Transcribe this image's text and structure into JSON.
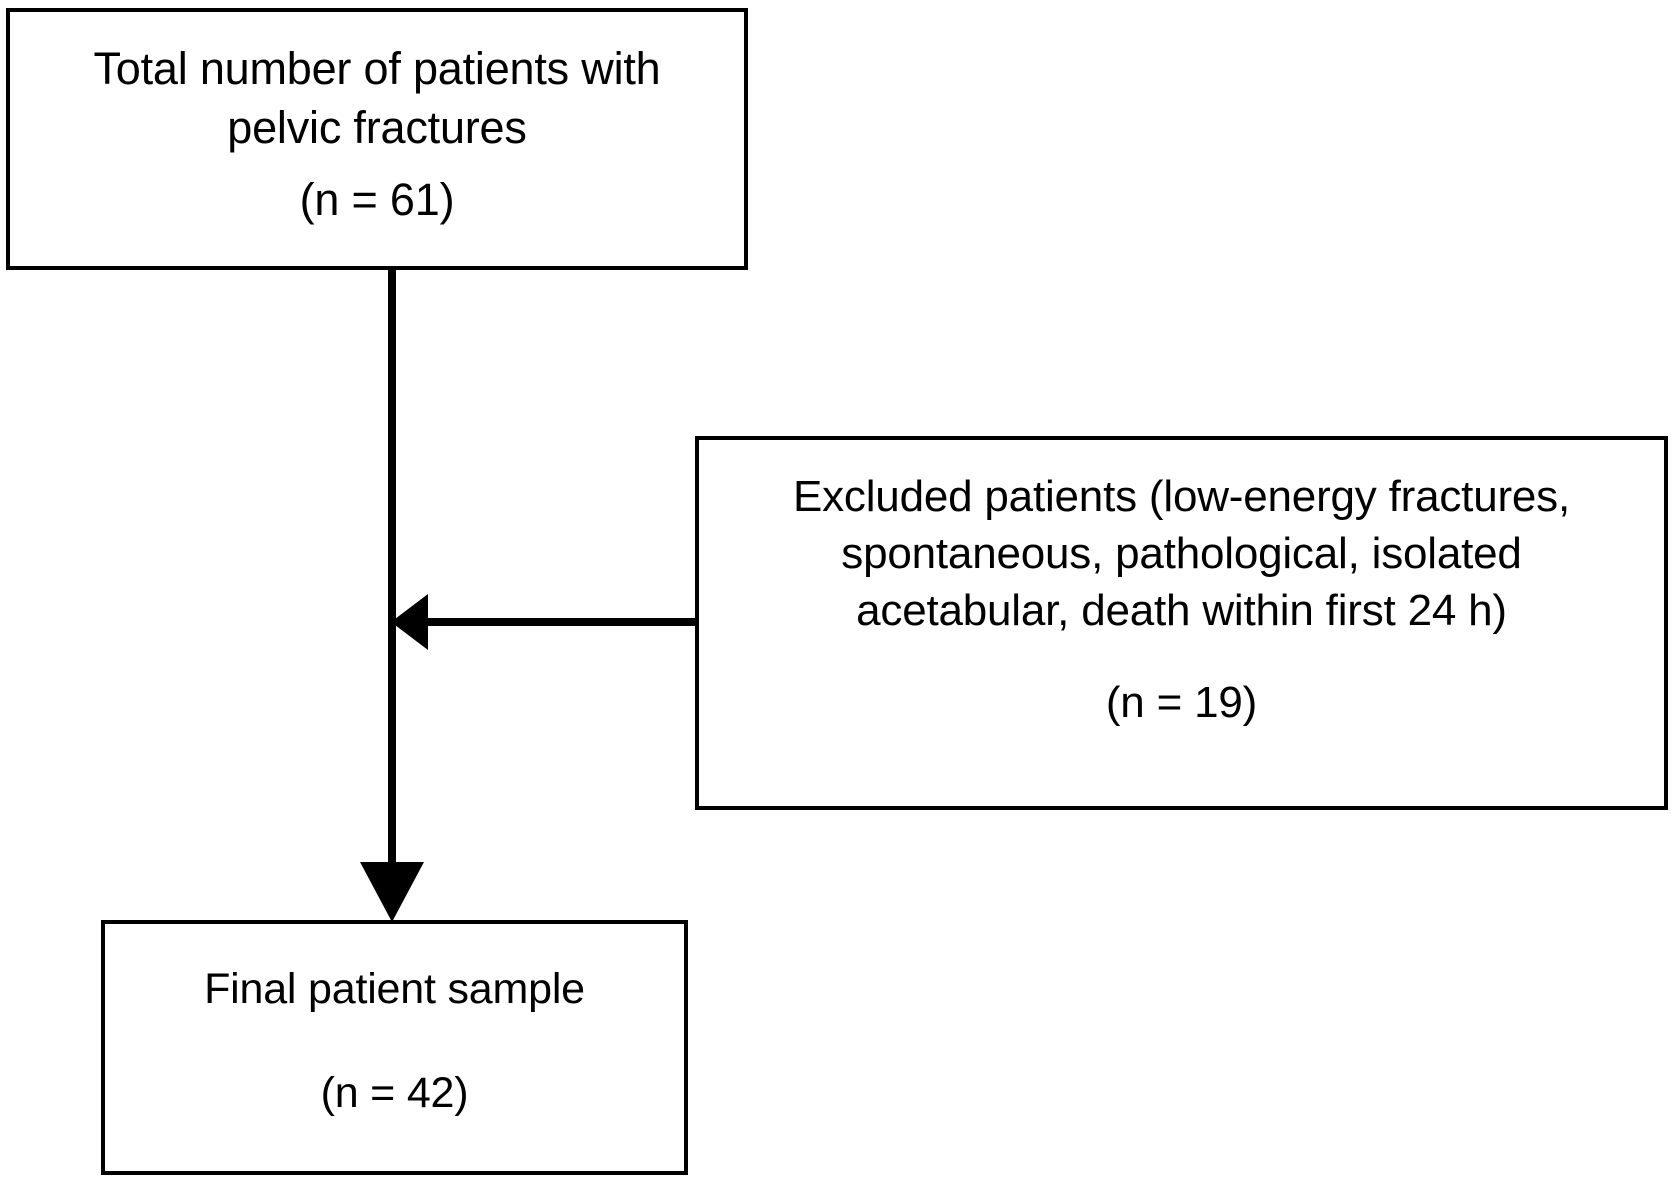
{
  "diagram": {
    "type": "patient-flow-chart",
    "background_color": "#ffffff",
    "line_color": "#000000",
    "boxes": {
      "total": {
        "line1": "Total number of patients with",
        "line2": "pelvic fractures",
        "count": "(n = 61)"
      },
      "excluded": {
        "line1": "Excluded patients (low-energy fractures,",
        "line2": "spontaneous, pathological, isolated",
        "line3": "acetabular, death within first 24 h)",
        "count": "(n = 19)"
      },
      "final": {
        "line1": "Final patient sample",
        "count": "(n = 42)"
      }
    },
    "connectors": {
      "vertical": {
        "name": "total-to-final-arrow",
        "direction": "down"
      },
      "horizontal": {
        "name": "excluded-to-flow-arrow",
        "direction": "left"
      }
    }
  }
}
